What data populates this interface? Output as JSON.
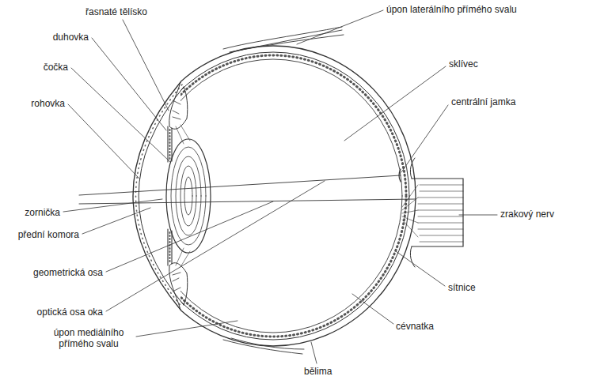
{
  "diagram": {
    "labels": [
      "řasnaté tělísko",
      "úpon laterálního přímého svalu",
      "duhovka",
      "sklívec",
      "čočka",
      "centrální jamka",
      "rohovka",
      "zrakový nerv",
      "zornička",
      "přední komora",
      "geometrická osa",
      "sítnice",
      "optická osa oka",
      "úpon mediálního přímého svalu",
      "cévnatka",
      "bělima"
    ]
  }
}
